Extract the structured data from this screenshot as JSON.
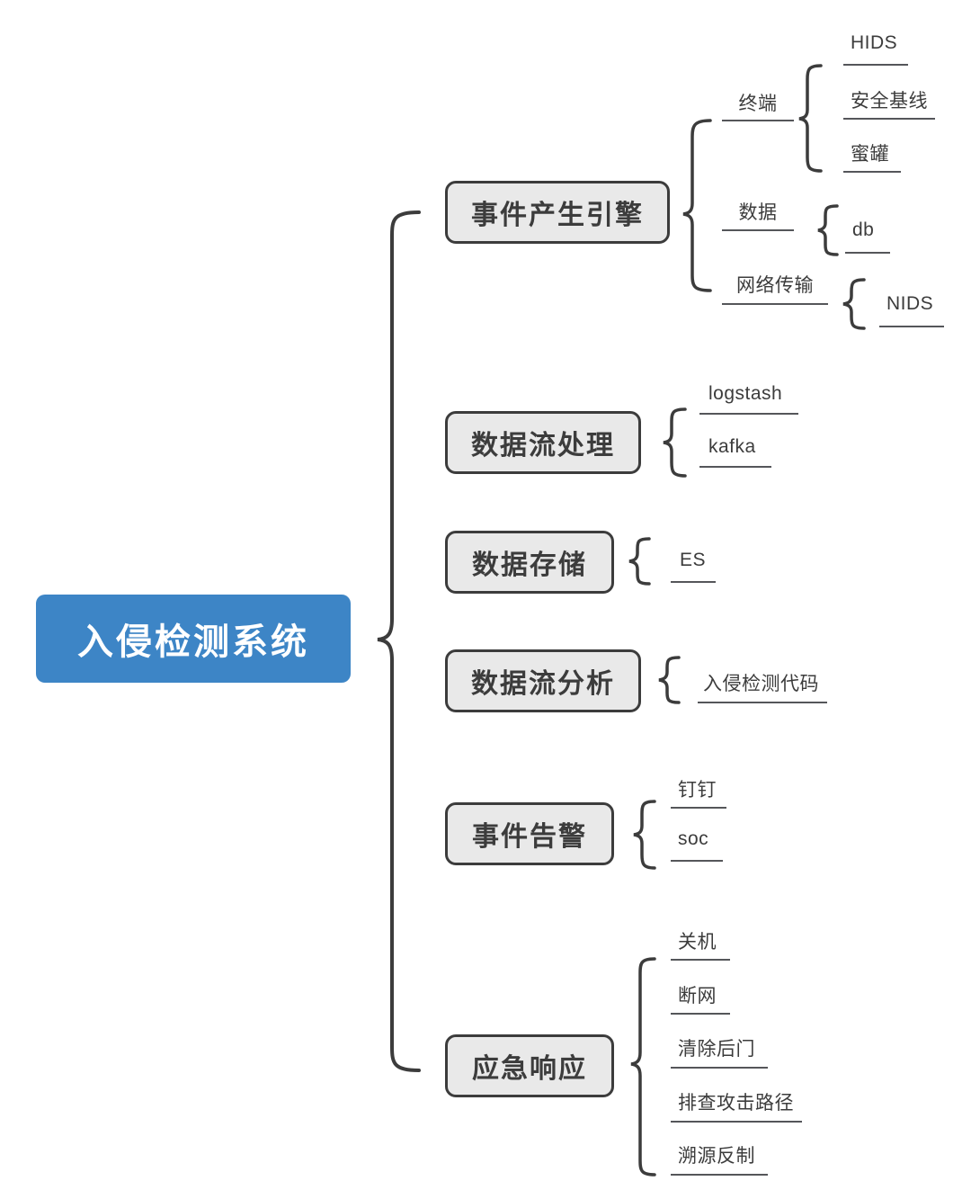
{
  "diagram": {
    "title": "入侵检测系统",
    "type": "mind-map",
    "root": {
      "label": "入侵检测系统",
      "color": "#3d85c6",
      "text_color": "#ffffff"
    },
    "node_style": {
      "fill": "#e9e9e9",
      "border": "#3c3c3c",
      "text_color": "#3c3c3c"
    },
    "branches": [
      {
        "label": "事件产生引擎",
        "children": [
          {
            "label": "终端",
            "children": [
              {
                "label": "HIDS"
              },
              {
                "label": "安全基线"
              },
              {
                "label": "蜜罐"
              }
            ]
          },
          {
            "label": "数据",
            "children": [
              {
                "label": "db"
              }
            ]
          },
          {
            "label": "网络传输",
            "children": [
              {
                "label": "NIDS"
              }
            ]
          }
        ]
      },
      {
        "label": "数据流处理",
        "children": [
          {
            "label": "logstash"
          },
          {
            "label": "kafka"
          }
        ]
      },
      {
        "label": "数据存储",
        "children": [
          {
            "label": "ES"
          }
        ]
      },
      {
        "label": "数据流分析",
        "children": [
          {
            "label": "入侵检测代码"
          }
        ]
      },
      {
        "label": "事件告警",
        "children": [
          {
            "label": "钉钉"
          },
          {
            "label": "soc"
          }
        ]
      },
      {
        "label": "应急响应",
        "children": [
          {
            "label": "关机"
          },
          {
            "label": "断网"
          },
          {
            "label": "清除后门"
          },
          {
            "label": "排查攻击路径"
          },
          {
            "label": "溯源反制"
          }
        ]
      }
    ]
  }
}
